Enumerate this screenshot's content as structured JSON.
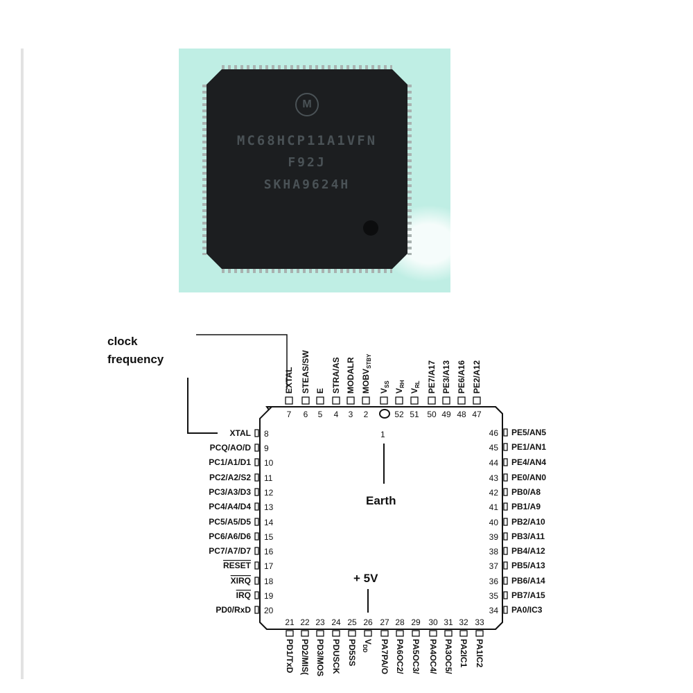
{
  "photo": {
    "chip_marking": [
      "MC68HCP11A1VFN",
      "F92J",
      "SKHA9624H"
    ],
    "logo": "M"
  },
  "annotations": {
    "clock_line1": "clock",
    "clock_line2": "frequency",
    "earth": "Earth",
    "plus5v": "+ 5V"
  },
  "pins": {
    "top": [
      {
        "label": "EXTAL",
        "num": "7"
      },
      {
        "label": "STEAS/SW",
        "num": "6"
      },
      {
        "label": "E",
        "num": "5"
      },
      {
        "label": "STRA/AS",
        "num": "4"
      },
      {
        "label": "MODALR",
        "num": "3"
      },
      {
        "label": "MOBV",
        "sub": "STBY",
        "num": "2"
      },
      {
        "label": "V",
        "sub": "SS",
        "num": ""
      },
      {
        "label": "V",
        "sub": "RH",
        "num": "52"
      },
      {
        "label": "V",
        "sub": "RL",
        "num": "51"
      },
      {
        "label": "PE7/A17",
        "num": "50"
      },
      {
        "label": "PE3/A13",
        "num": "49"
      },
      {
        "label": "PE6/A16",
        "num": "48"
      },
      {
        "label": "PE2/A12",
        "num": "47"
      }
    ],
    "top_center_num": "1",
    "left": [
      {
        "label": "XTAL",
        "num": "8"
      },
      {
        "label": "PCQ/AO/D",
        "num": "9"
      },
      {
        "label": "PC1/A1/D1",
        "num": "10"
      },
      {
        "label": "PC2/A2/S2",
        "num": "11"
      },
      {
        "label": "PC3/A3/D3",
        "num": "12"
      },
      {
        "label": "PC4/A4/D4",
        "num": "13"
      },
      {
        "label": "PC5/A5/D5",
        "num": "14"
      },
      {
        "label": "PC6/A6/D6",
        "num": "15"
      },
      {
        "label": "PC7/A7/D7",
        "num": "16"
      },
      {
        "label": "RESET",
        "num": "17",
        "overline": true
      },
      {
        "label": "XIRQ",
        "num": "18",
        "overline": true
      },
      {
        "label": "IRQ",
        "num": "19",
        "overline": true
      },
      {
        "label": "PD0/RxD",
        "num": "20"
      }
    ],
    "right": [
      {
        "label": "PE5/AN5",
        "num": "46"
      },
      {
        "label": "PE1/AN1",
        "num": "45"
      },
      {
        "label": "PE4/AN4",
        "num": "44"
      },
      {
        "label": "PE0/AN0",
        "num": "43"
      },
      {
        "label": "PB0/A8",
        "num": "42"
      },
      {
        "label": "PB1/A9",
        "num": "41"
      },
      {
        "label": "PB2/A10",
        "num": "40"
      },
      {
        "label": "PB3/A11",
        "num": "39"
      },
      {
        "label": "PB4/A12",
        "num": "38"
      },
      {
        "label": "PB5/A13",
        "num": "37"
      },
      {
        "label": "PB6/A14",
        "num": "36"
      },
      {
        "label": "PB7/A15",
        "num": "35"
      },
      {
        "label": "PA0/IC3",
        "num": "34"
      }
    ],
    "bottom": [
      {
        "label": "PD1/TxD",
        "num": "21"
      },
      {
        "label": "PD2/MIS(",
        "num": "22"
      },
      {
        "label": "PD3/MOS",
        "num": "23"
      },
      {
        "label": "PDUSCK",
        "num": "24"
      },
      {
        "label": "PD5SS",
        "num": "25"
      },
      {
        "label": "V",
        "sub": "DD",
        "num": "26"
      },
      {
        "label": "PA7PA/O",
        "num": "27"
      },
      {
        "label": "PA6OC2/",
        "num": "28"
      },
      {
        "label": "PA5OC3/",
        "num": "29"
      },
      {
        "label": "PA4OC4/",
        "num": "30"
      },
      {
        "label": "PA3OC5/",
        "num": "31"
      },
      {
        "label": "PA2IC1",
        "num": "32"
      },
      {
        "label": "PA1IC2",
        "num": "33"
      }
    ]
  }
}
